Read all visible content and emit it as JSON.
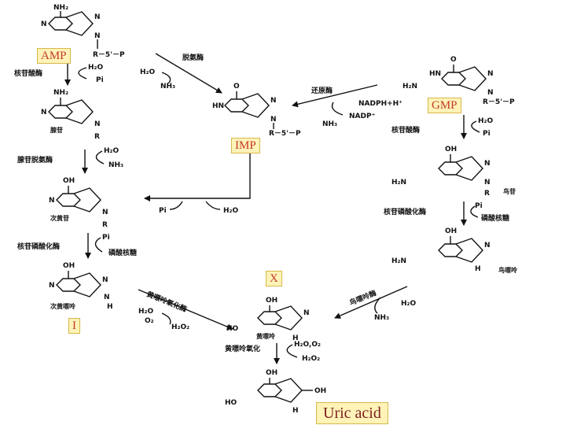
{
  "labels": {
    "amp": "AMP",
    "gmp": "GMP",
    "imp": "IMP",
    "x": "X",
    "i": "I",
    "uric_acid": "Uric acid"
  },
  "atoms": {
    "nh2": "NH₂",
    "h2n": "H₂N",
    "oh": "OH",
    "ho": "HO",
    "o": "O",
    "n": "N",
    "hn": "HN",
    "h": "H",
    "r": "R",
    "r5p": "R－5'－P"
  },
  "reagents": {
    "h2o": "H₂O",
    "nh3": "NH₃",
    "pi": "Pi",
    "nadph_h": "NADPH+H⁺",
    "nadp": "NADP⁺",
    "h2o_o2": "H₂O,O₂",
    "h2o2": "H₂O₂",
    "o2": "O₂"
  },
  "enzymes": {
    "amp_deaminase": "脱氨酶",
    "nucleotidase": "核苷酸酶",
    "adenosine": "腺苷",
    "adenosine_deaminase": "腺苷脱氨酶",
    "inosine": "次黄苷",
    "nucleoside_phosphorylase": "核苷磷酸化酶",
    "ribose_phosphate": "磷酸核糖",
    "hypoxanthine": "次黄嘌呤",
    "xanthine_oxidase": "黄嘌呤氧化酶",
    "xanthine": "黄嘌呤",
    "xanthine_oxidation": "黄嘌呤氧化",
    "reductase": "还原酶",
    "guanosine": "鸟苷",
    "guanine": "鸟嘌呤",
    "guanine_deaminase": "鸟嘌呤酶"
  }
}
